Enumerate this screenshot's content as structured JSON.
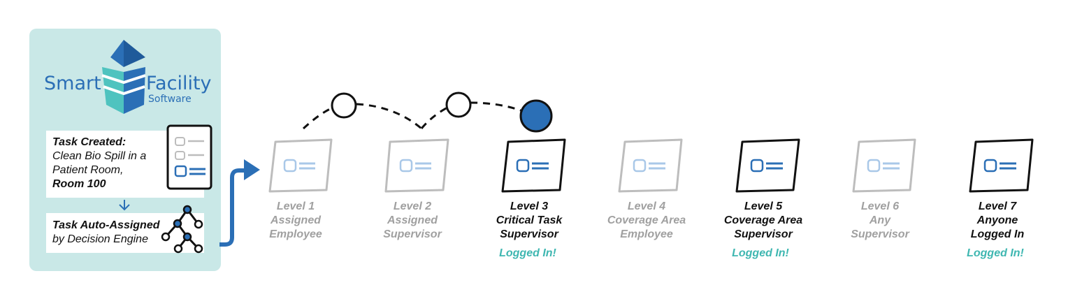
{
  "logo": {
    "word_left": "Smart",
    "word_right": "Facility",
    "word_sub": "Software",
    "brand_blue": "#2b6fb6",
    "brand_teal": "#4fc3bf"
  },
  "task_card": {
    "heading": "Task Created:",
    "line1": "Clean Bio Spill in a",
    "line2": "Patient Room,",
    "line3": "Room 100",
    "icon": "checklist-icon"
  },
  "assign_card": {
    "line1": "Task Auto-Assigned",
    "line2": "by Decision Engine",
    "icon": "decision-tree-icon"
  },
  "levels": [
    {
      "level": "Level 1",
      "role1": "Assigned",
      "role2": "Employee",
      "logged_in": ""
    },
    {
      "level": "Level 2",
      "role1": "Assigned",
      "role2": "Supervisor",
      "logged_in": ""
    },
    {
      "level": "Level 3",
      "role1": "Critical Task",
      "role2": "Supervisor",
      "logged_in": "Logged In!"
    },
    {
      "level": "Level 4",
      "role1": "Coverage Area",
      "role2": "Employee",
      "logged_in": ""
    },
    {
      "level": "Level 5",
      "role1": "Coverage Area",
      "role2": "Supervisor",
      "logged_in": "Logged In!"
    },
    {
      "level": "Level 6",
      "role1": "Any",
      "role2": "Supervisor",
      "logged_in": ""
    },
    {
      "level": "Level 7",
      "role1": "Anyone",
      "role2": "Logged In",
      "logged_in": "Logged In!"
    }
  ],
  "colors": {
    "panel": "#c9e8e7",
    "active_node": "#2b6fb6",
    "logged_in_text": "#3fb7b1",
    "inactive_text": "#a0a0a0"
  }
}
